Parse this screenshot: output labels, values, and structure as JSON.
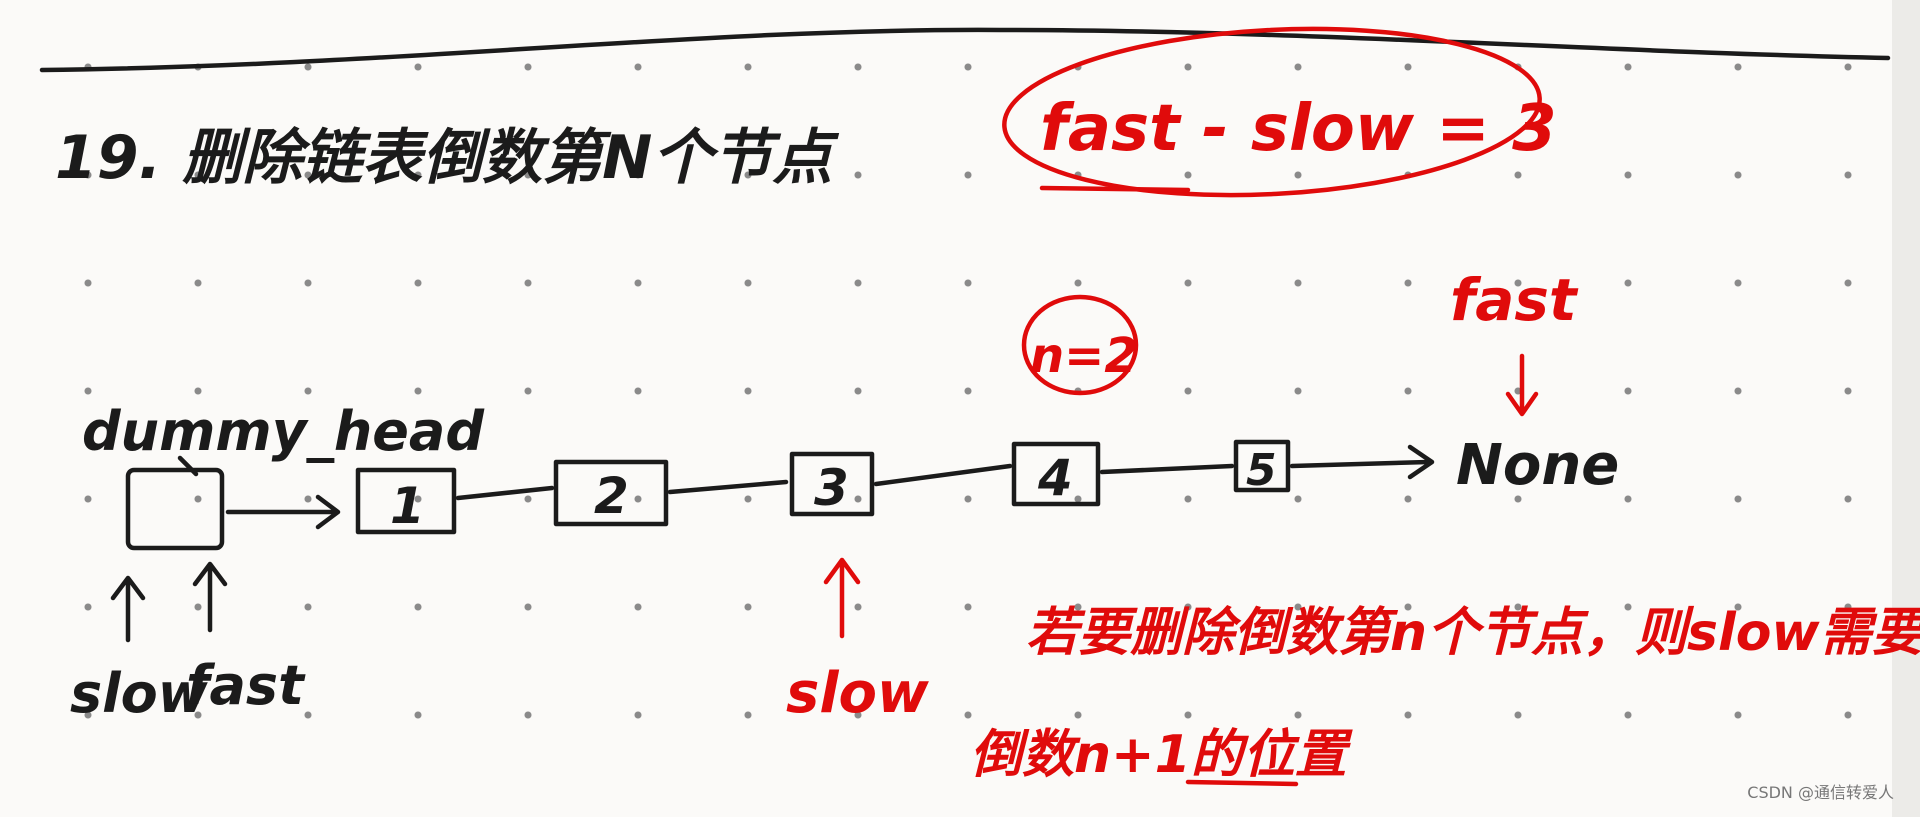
{
  "title": "19. 删除链表倒数第N个节点",
  "formula": "fast - slow = 3",
  "n_label": "n=2",
  "dummy_label": "dummy_head",
  "nodes": [
    "1",
    "2",
    "3",
    "4",
    "5"
  ],
  "none_label": "None",
  "pointers": {
    "initial_slow": "slow",
    "initial_fast": "fast",
    "mid_slow": "slow",
    "end_fast": "fast"
  },
  "note_line1": "若要删除倒数第n个节点，则slow需要在",
  "note_line2": "倒数n+1的位置",
  "watermark": "CSDN @通信转爱人",
  "colors": {
    "ink": "#1b1b1b",
    "red": "#e00b0b",
    "dots": "#8a8a8a",
    "paper": "#fbfaf8"
  }
}
